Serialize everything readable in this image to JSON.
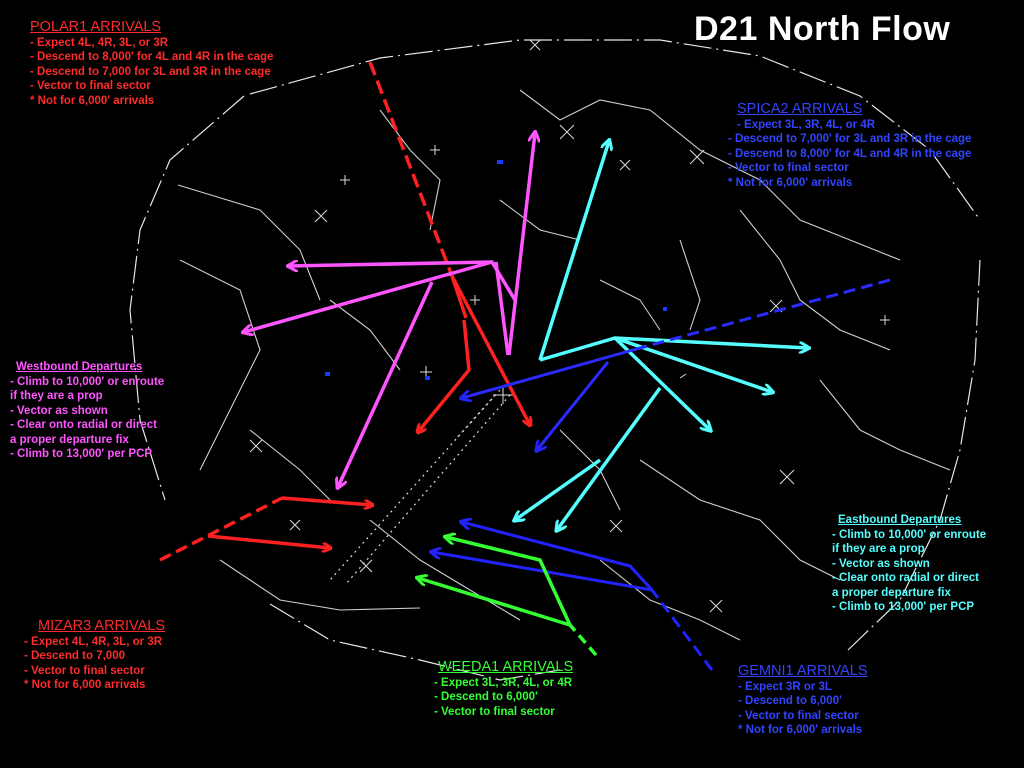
{
  "title": "D21 North Flow",
  "colors": {
    "polar": "#ff2020",
    "spica": "#2a2aff",
    "westbound": "#ff55ff",
    "eastbound": "#55ffff",
    "weeda": "#33ff33",
    "gemni": "#2222ff",
    "mizar": "#ff2020",
    "background": "#000000",
    "map_lines": "#dddddd"
  },
  "polar": {
    "heading": "POLAR1 ARRIVALS",
    "lines": [
      "- Expect 4L, 4R, 3L, or 3R",
      "- Descend to 8,000' for 4L and 4R in the cage",
      "- Descend to 7,000 for 3L and 3R in the cage",
      "- Vector to final sector",
      "* Not for 6,000' arrivals"
    ]
  },
  "spica": {
    "heading": "SPICA2 ARRIVALS",
    "lines": [
      "- Expect 3L, 3R, 4L, or 4R",
      "- Descend to 7,000' for 3L and 3R in the cage",
      "- Descend to 8,000' for 4L and 4R in the cage",
      "- Vector to final sector",
      "* Not for 6,000' arrivals"
    ]
  },
  "westbound": {
    "heading": "Westbound Departures",
    "lines": [
      "- Climb to 10,000' or enroute",
      "if they are a prop",
      "- Vector as shown",
      "- Clear onto radial or direct",
      "a proper departure fix",
      "- Climb to 13,000' per PCP"
    ]
  },
  "eastbound": {
    "heading": "Eastbound Departures",
    "lines": [
      "- Climb to 10,000' or enroute",
      "if they are a prop",
      "- Vector as shown",
      "- Clear onto radial or direct",
      "a proper departure fix",
      "- Climb to 13,000' per PCP"
    ]
  },
  "mizar": {
    "heading": "MIZAR3 ARRIVALS",
    "lines": [
      "- Expect 4L, 4R, 3L, or 3R",
      "- Descend to 7,000",
      "- Vector to final sector",
      "* Not for 6,000 arrivals"
    ]
  },
  "weeda": {
    "heading": "WEEDA1 ARRIVALS",
    "lines": [
      "- Expect 3L, 3R, 4L, or 4R",
      "- Descend to 6,000'",
      "- Vector to final sector"
    ]
  },
  "gemni": {
    "heading": "GEMNI1 ARRIVALS",
    "lines": [
      "- Expect 3R or 3L",
      "- Descend to 6,000'",
      "- Vector to final sector",
      "* Not for 6,000' arrivals"
    ]
  }
}
